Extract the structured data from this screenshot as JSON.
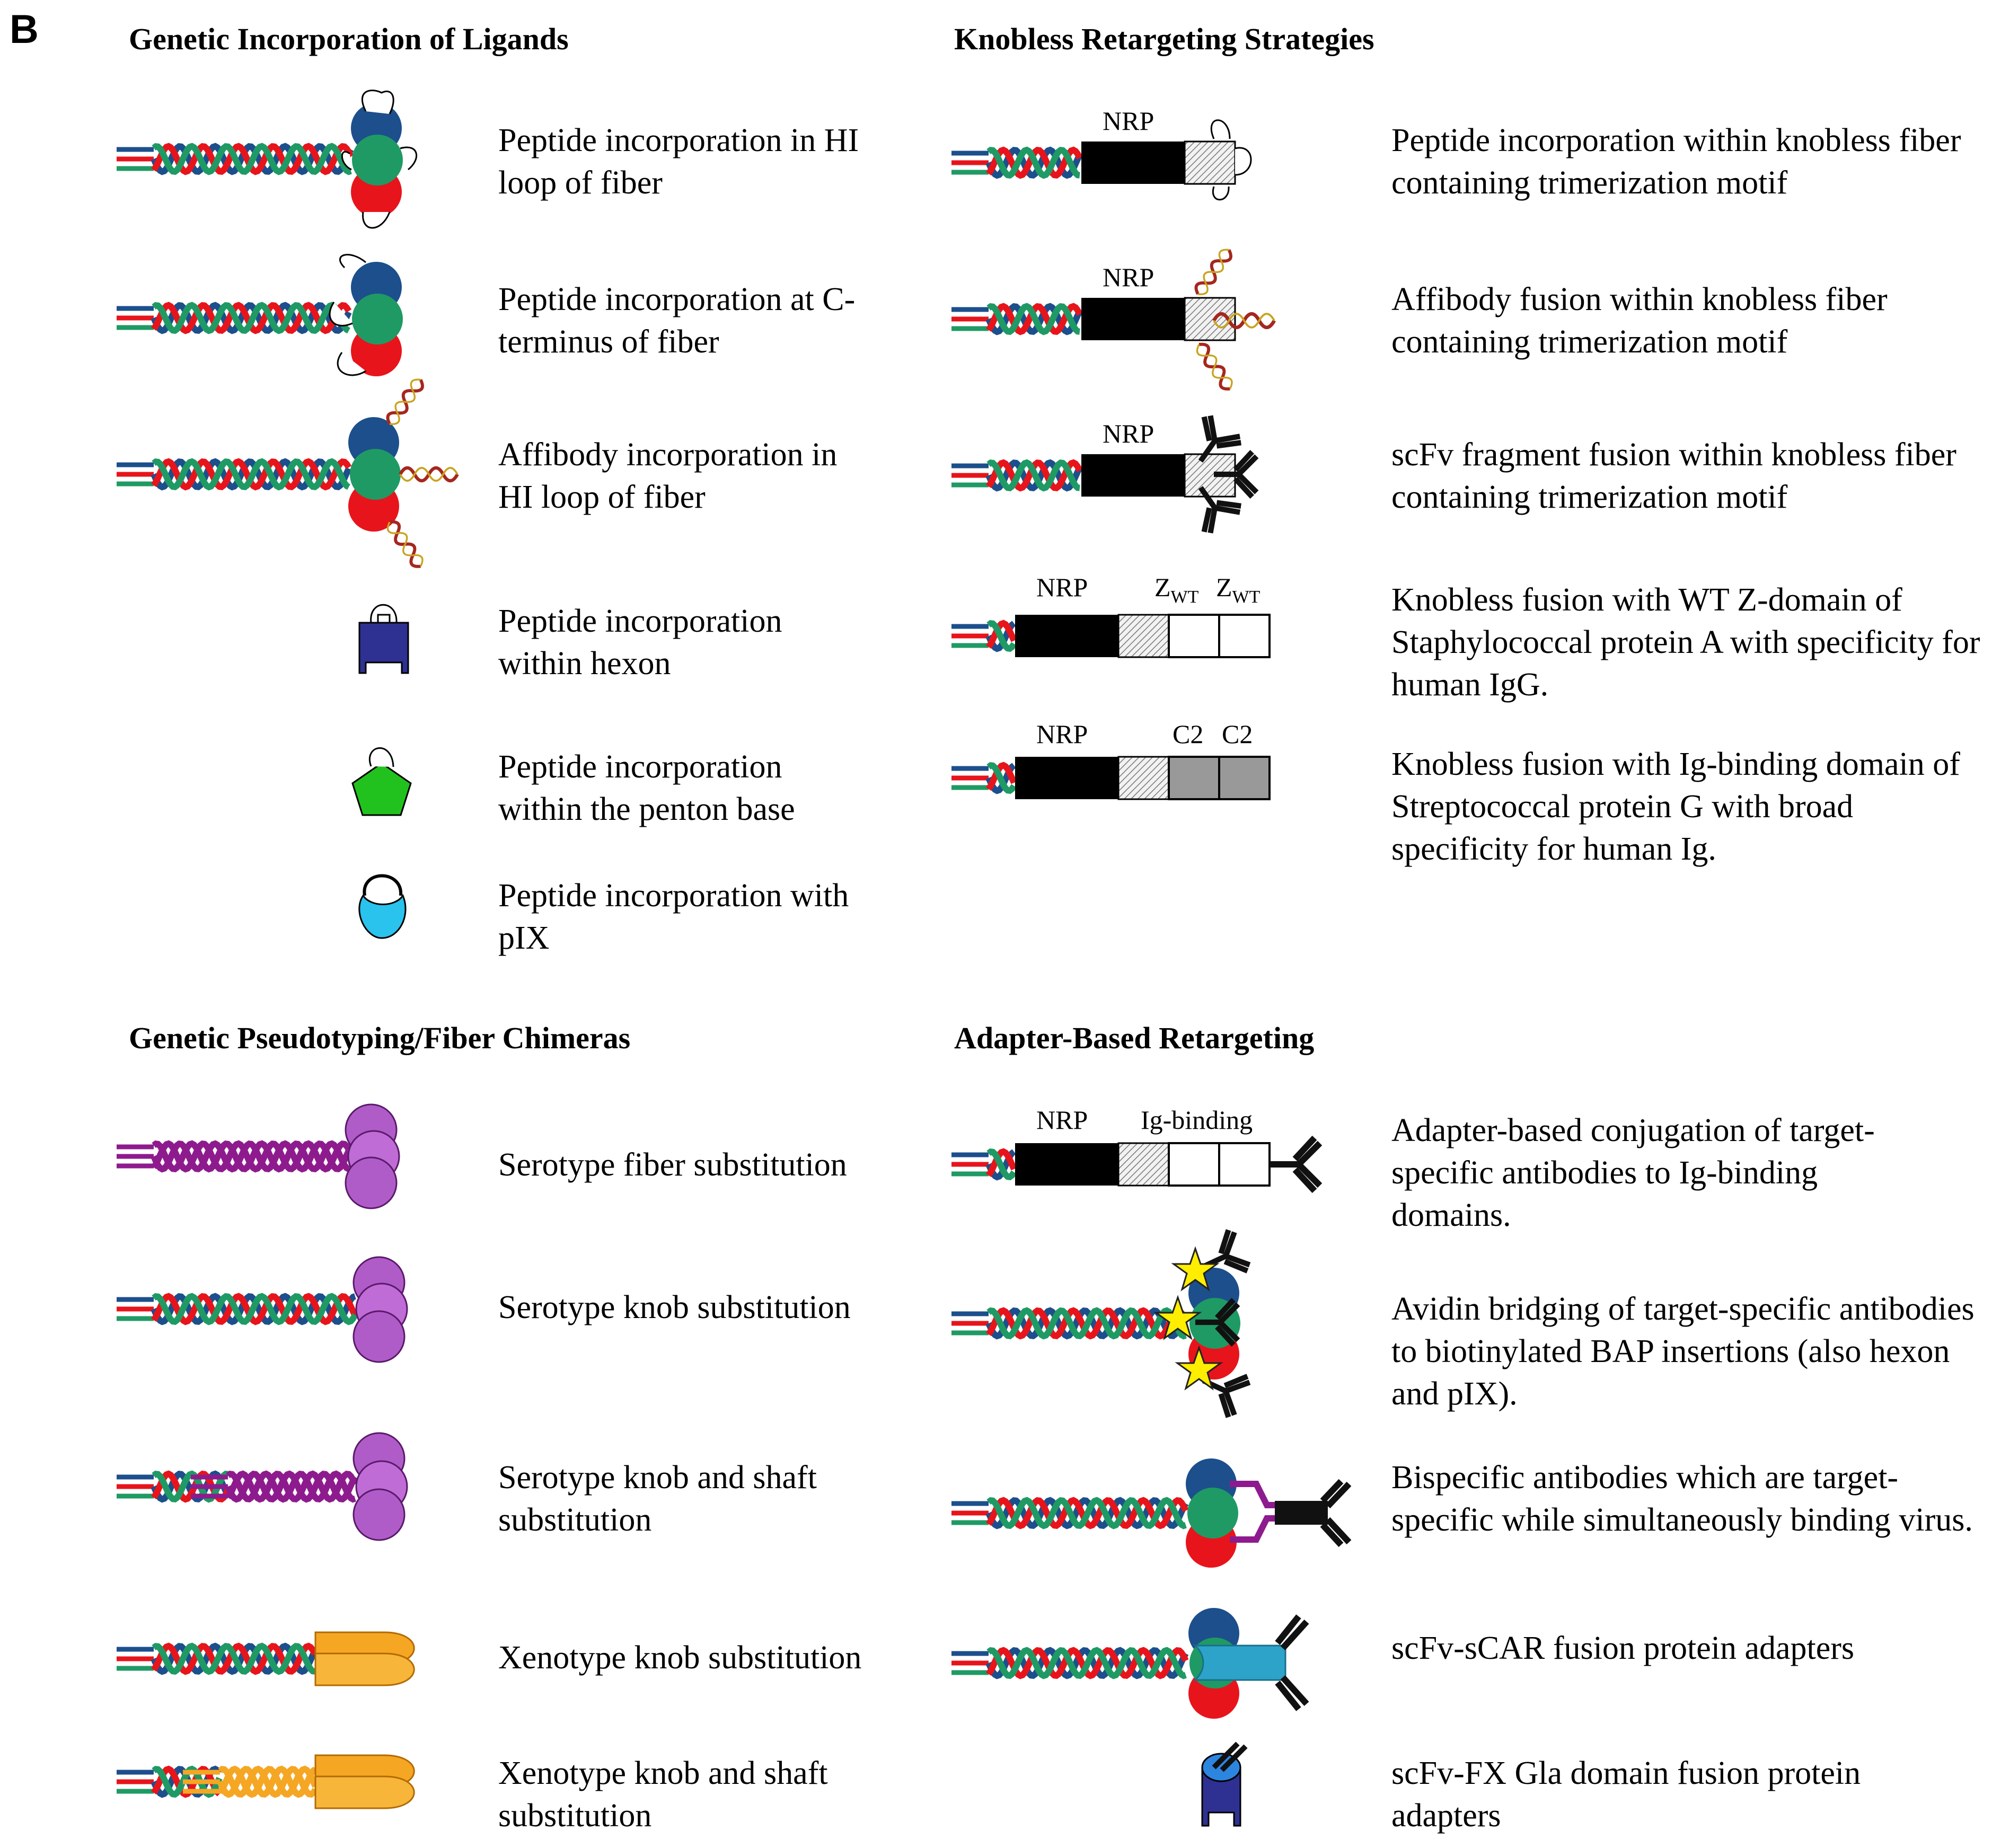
{
  "panel_letter": "B",
  "sections": {
    "genetic": {
      "title": "Genetic Incorporation of Ligands",
      "items": [
        "Peptide incorporation in HI loop of fiber",
        "Peptide incorporation at C-terminus of fiber",
        "Affibody incorporation in HI loop of fiber",
        "Peptide incorporation within hexon",
        "Peptide incorporation within the penton base",
        "Peptide incorporation with pIX"
      ]
    },
    "knobless": {
      "title": "Knobless Retargeting Strategies",
      "items": [
        "Peptide incorporation within knobless fiber containing trimerization motif",
        "Affibody fusion within knobless fiber containing trimerization motif",
        "scFv fragment fusion within knobless fiber containing trimerization motif",
        "Knobless fusion with WT Z-domain of Staphylococcal protein A with specificity for human IgG.",
        "Knobless fusion with Ig-binding domain of Streptococcal protein G with broad specificity for human Ig."
      ]
    },
    "pseudotyping": {
      "title": "Genetic Pseudotyping/Fiber Chimeras",
      "items": [
        "Serotype fiber substitution",
        "Serotype knob substitution",
        "Serotype knob and shaft substitution",
        "Xenotype knob substitution",
        "Xenotype knob and shaft substitution"
      ]
    },
    "adapter": {
      "title": "Adapter-Based Retargeting",
      "items": [
        "Adapter-based conjugation of target-specific antibodies to Ig-binding domains.",
        "Avidin bridging of target-specific antibodies to biotinylated BAP insertions (also hexon and pIX).",
        "Bispecific antibodies which are target-specific while simultaneously binding virus.",
        "scFv-sCAR fusion protein adapters",
        "scFv-FX Gla domain fusion protein adapters"
      ]
    }
  },
  "diagram_labels": {
    "nrp": "NRP",
    "z": "Z",
    "z_sub": "WT",
    "c2": "C2",
    "ig_binding": "Ig-binding"
  },
  "colors": {
    "strand_red": "#e8141b",
    "strand_blue": "#1c4f8c",
    "strand_green": "#1f9a64",
    "purple": "#8e1b8e",
    "orange": "#f5a623",
    "hexon": "#2e3192",
    "penton": "#22c21e",
    "pix": "#29c3ee",
    "star": "#ffee00"
  }
}
